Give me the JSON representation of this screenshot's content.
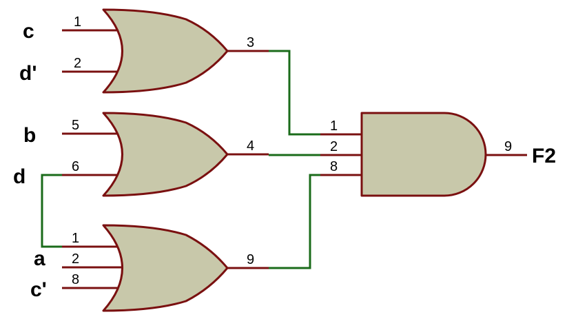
{
  "inputs": {
    "c": "c",
    "d_prime": "d'",
    "b": "b",
    "d": "d",
    "a": "a",
    "c_prime": "c'"
  },
  "output": {
    "f2": "F2"
  },
  "gates": {
    "or_gate_1": {
      "type": "OR",
      "in_pins": [
        "1",
        "2"
      ],
      "out_pin": "3"
    },
    "or_gate_2": {
      "type": "OR",
      "in_pins": [
        "5",
        "6"
      ],
      "out_pin": "4"
    },
    "or_gate_3": {
      "type": "OR",
      "in_pins": [
        "1",
        "2",
        "8"
      ],
      "out_pin": "9"
    },
    "and_gate": {
      "type": "AND",
      "in_pins": [
        "1",
        "2",
        "8"
      ],
      "out_pin": "9"
    }
  },
  "colors": {
    "gate_fill": "#c8c8aa",
    "pin_wire": "#7a1010",
    "net_wire": "#1a6b1a"
  }
}
